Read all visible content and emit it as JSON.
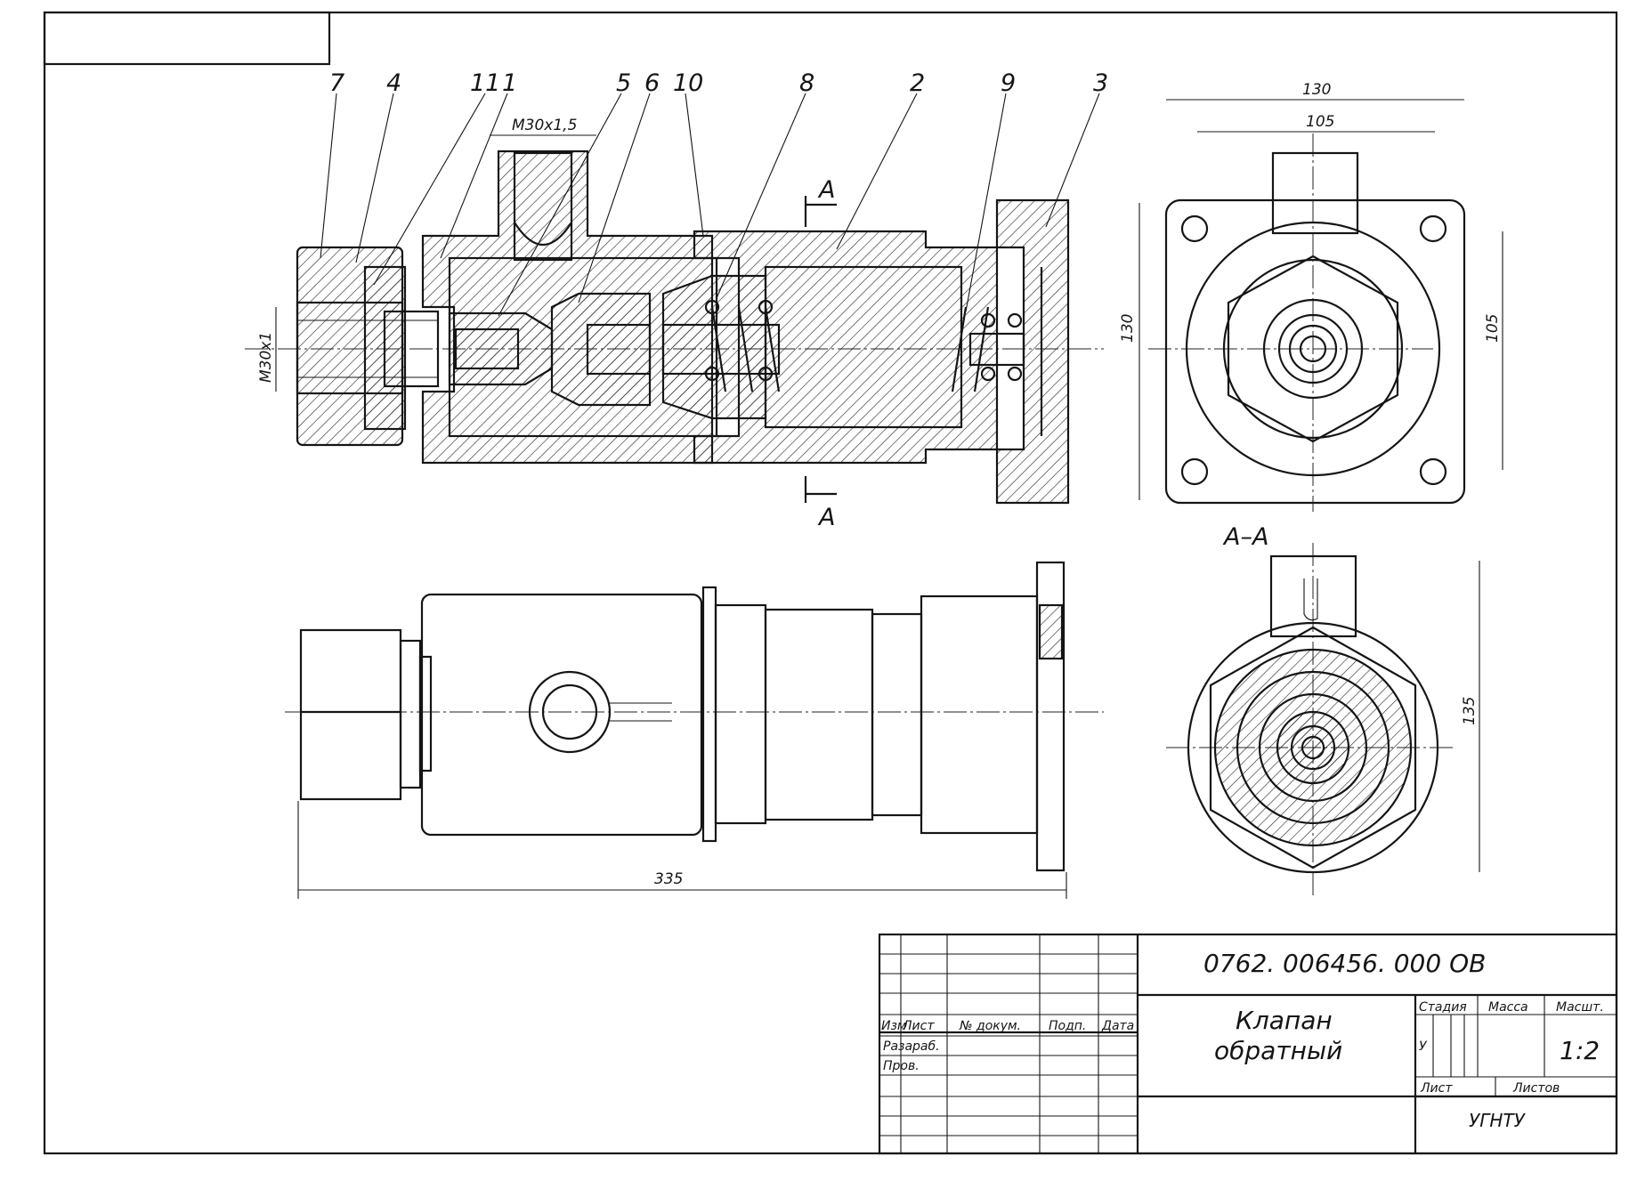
{
  "drawing": {
    "part_numbers": [
      "7",
      "4",
      "11",
      "1",
      "5",
      "6",
      "10",
      "8",
      "2",
      "9",
      "3"
    ],
    "section_mark": "A",
    "section_title": "A–A",
    "dimensions": {
      "thread_top": "M30x1,5",
      "thread_left": "M30x1",
      "overall_length": "335",
      "flange_width": "130",
      "bolt_spacing": "105",
      "flange_height": "130",
      "bolt_spacing_v": "105",
      "section_height": "135"
    }
  },
  "title_block": {
    "designation": "0762. 006456. 000 ОВ",
    "name_line1": "Клапан",
    "name_line2": "обратный",
    "col_izm": "Изм",
    "col_list": "Лист",
    "col_doc": "№ докум.",
    "col_sign": "Подп.",
    "col_date": "Дата",
    "row_dev": "Разараб.",
    "row_check": "Пров.",
    "stage_label": "Стадия",
    "mass_label": "Масса",
    "scale_label": "Масшт.",
    "stage_value": "У",
    "scale_value": "1:2",
    "sheet_label": "Лист",
    "sheets_label": "Листов",
    "organization": "УГНТУ"
  }
}
